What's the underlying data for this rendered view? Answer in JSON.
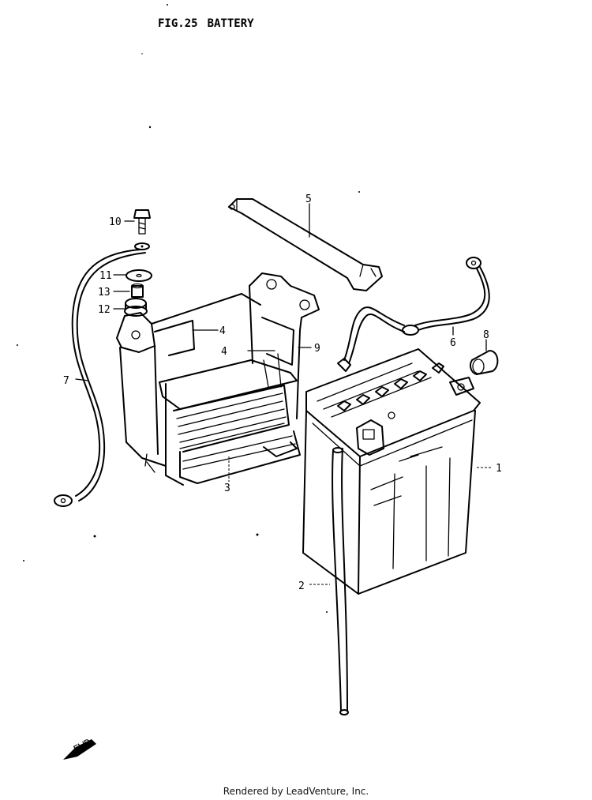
{
  "header": {
    "fig_number": "FIG.25",
    "fig_title": "BATTERY"
  },
  "callouts": {
    "c1": "1",
    "c2": "2",
    "c3": "3",
    "c4a": "4",
    "c4b": "4",
    "c5": "5",
    "c6": "6",
    "c7": "7",
    "c8": "8",
    "c9": "9",
    "c10": "10",
    "c11": "11",
    "c12": "12",
    "c13": "13"
  },
  "fwd_label": "FWD",
  "footer": {
    "rendered_by": "Rendered by LeadVenture, Inc."
  }
}
